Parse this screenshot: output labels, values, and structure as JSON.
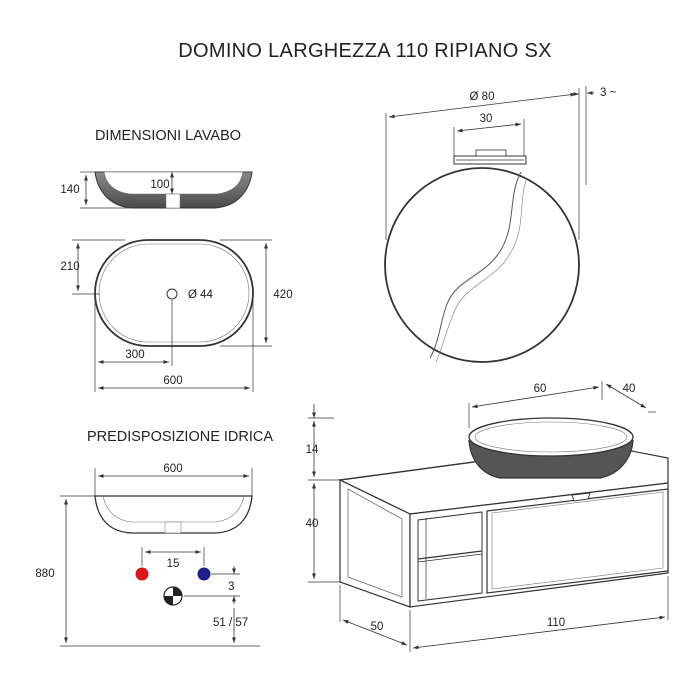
{
  "title": "DOMINO LARGHEZZA 110 RIPIANO SX",
  "sections": {
    "basin_dimensions": "DIMENSIONI LAVABO",
    "plumbing": "PREDISPOSIZIONE IDRICA"
  },
  "basin_side": {
    "height": "140",
    "inner": "100"
  },
  "basin_top": {
    "depth_half": "210",
    "depth": "420",
    "hole_offset": "300",
    "width": "600",
    "hole": "Ø 44"
  },
  "plumbing": {
    "width": "600",
    "height": "880",
    "tap_spacing": "15",
    "offset": "3",
    "drain_height": "51 / 57"
  },
  "mirror": {
    "diameter": "Ø 80",
    "lamp_width": "30",
    "thickness": "3 ~"
  },
  "cabinet": {
    "basin_width": "60",
    "basin_depth": "40",
    "top_thickness": "14",
    "height": "40",
    "depth": "50",
    "width": "110"
  },
  "colors": {
    "hot": "#d9141b",
    "cold": "#1d1d8c",
    "basin": "#555555",
    "line": "#333333"
  }
}
